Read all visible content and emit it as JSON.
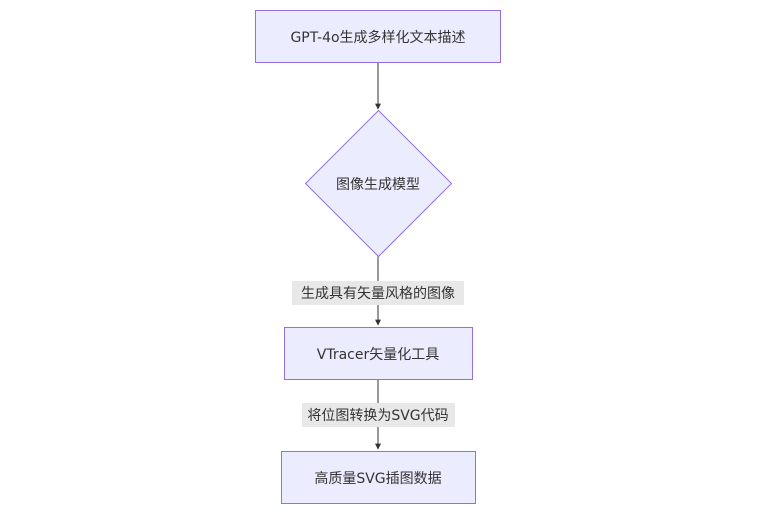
{
  "diagram": {
    "type": "flowchart",
    "direction": "top-to-bottom",
    "colors": {
      "node_fill": "#ececff",
      "node_stroke": "#9370db",
      "edge": "#333333",
      "label_bg": "#e8e8e8",
      "text": "#333333"
    },
    "nodes": [
      {
        "id": "A",
        "shape": "rect",
        "label": "GPT-4o生成多样化文本描述"
      },
      {
        "id": "B",
        "shape": "diamond",
        "label": "图像生成模型"
      },
      {
        "id": "C",
        "shape": "rect",
        "label": "VTracer矢量化工具"
      },
      {
        "id": "D",
        "shape": "rect",
        "label": "高质量SVG插图数据"
      }
    ],
    "edges": [
      {
        "from": "A",
        "to": "B",
        "label": ""
      },
      {
        "from": "B",
        "to": "C",
        "label": "生成具有矢量风格的图像"
      },
      {
        "from": "C",
        "to": "D",
        "label": "将位图转换为SVG代码"
      }
    ]
  }
}
